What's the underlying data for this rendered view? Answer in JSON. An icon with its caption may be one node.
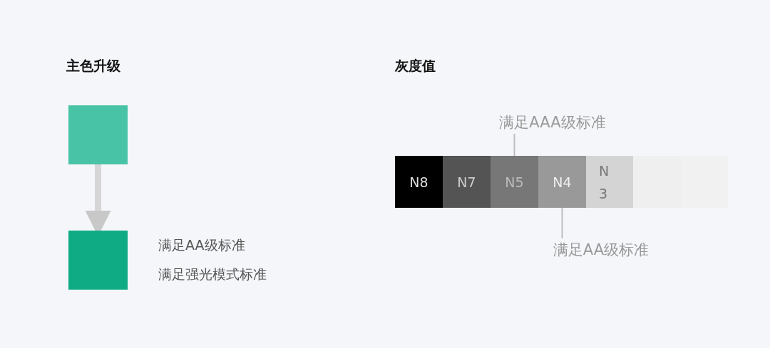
{
  "diagram": {
    "nodes": [
      {
        "text": [],
        "shape": "box"
      },
      {
        "text": [],
        "shape": "box",
        "beside": [
          "满足AA级标准",
          "满足强光模式标准"
        ]
      },
      {
        "text": [
          "满足AAA级标准"
        ]
      },
      {
        "text": [
          "N8"
        ]
      },
      {
        "text": [
          "N7"
        ]
      },
      {
        "text": [
          "N5"
        ]
      },
      {
        "text": [
          "N4"
        ]
      },
      {
        "text": [
          "N3"
        ]
      },
      {
        "text": [],
        "shape": "box"
      },
      {
        "text": [],
        "shape": "box"
      },
      {
        "text": [
          "满足AA级标准"
        ]
      }
    ],
    "edges": [
      {
        "from": 0,
        "to": 1,
        "arrow": "to",
        "style": "thick"
      },
      {
        "from": 2,
        "to": 5,
        "arrow": "none"
      },
      {
        "from": 10,
        "to": 6,
        "arrow": "none"
      }
    ],
    "labels": [
      "主色升级",
      "灰度值"
    ]
  }
}
